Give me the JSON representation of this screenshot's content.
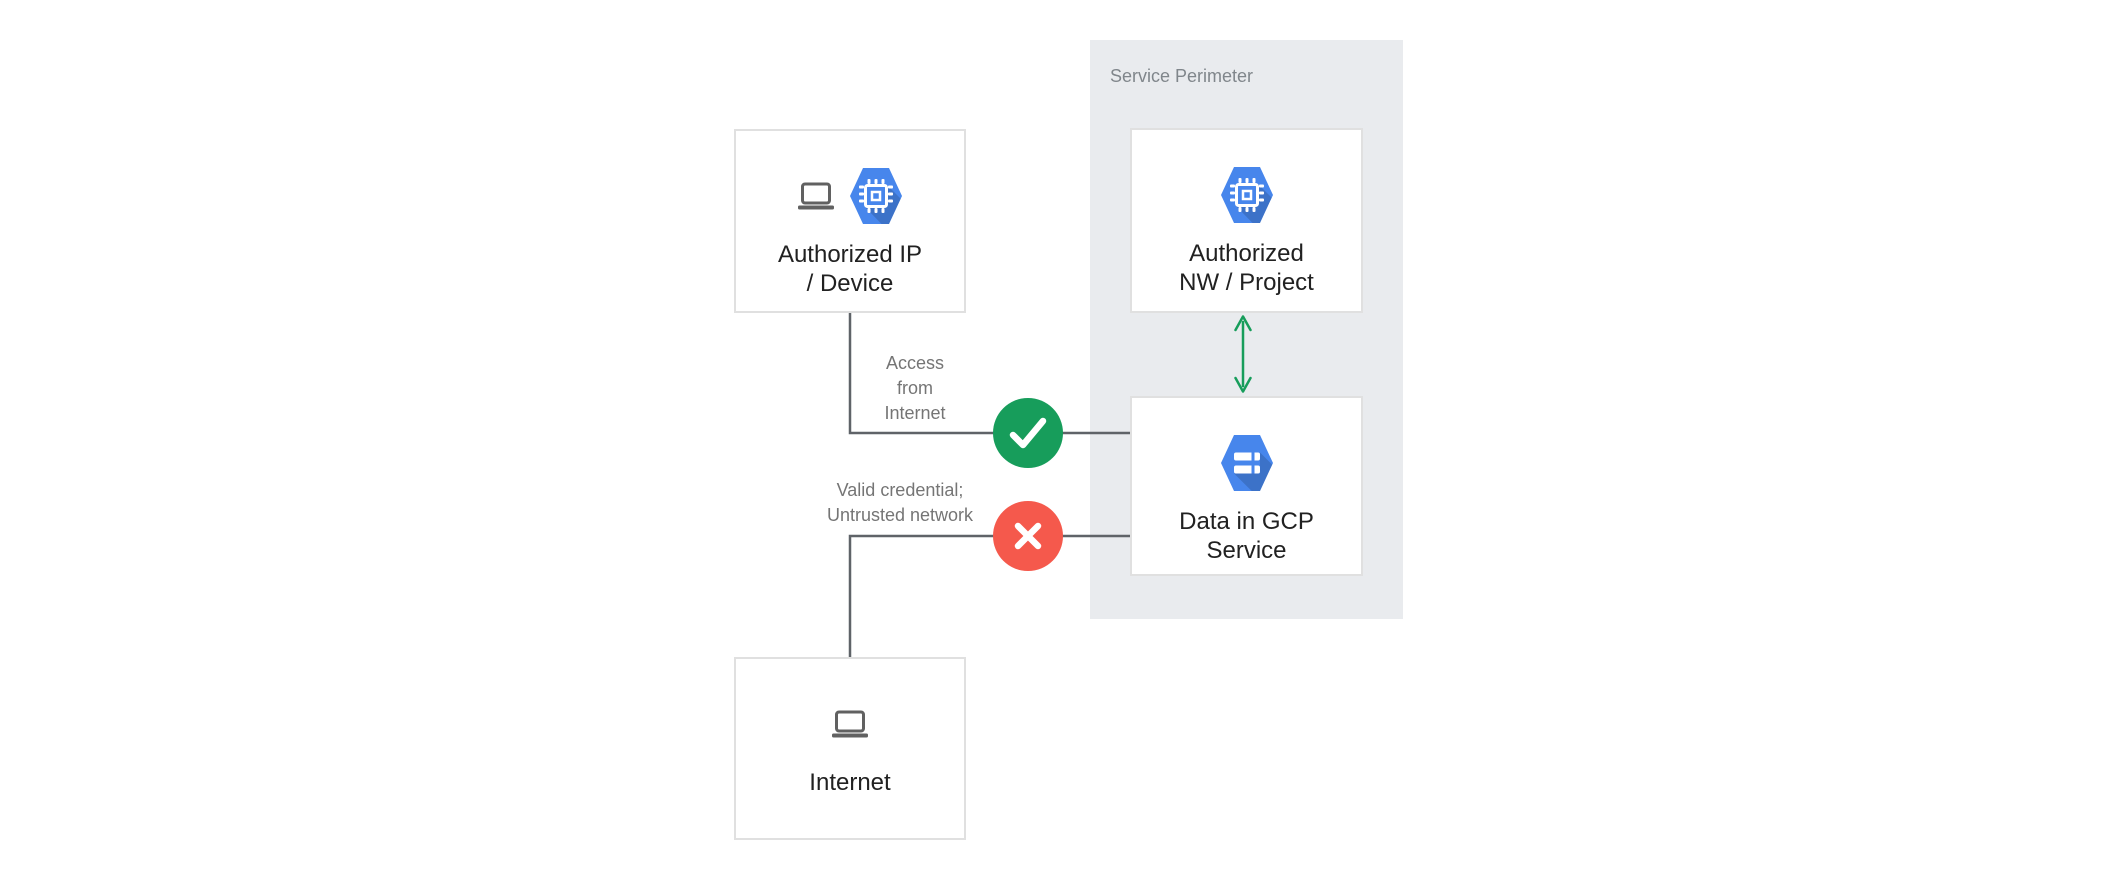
{
  "diagram": {
    "panel": {
      "label": "Service Perimeter"
    },
    "nodes": {
      "authorized_ip_device": {
        "line1": "Authorized IP",
        "line2": "/ Device",
        "icons": [
          "laptop-icon",
          "compute-engine-hexagon-icon"
        ]
      },
      "authorized_nw_project": {
        "line1": "Authorized",
        "line2": "NW / Project",
        "icons": [
          "compute-engine-hexagon-icon"
        ]
      },
      "data_in_gcp_service": {
        "line1": "Data in GCP",
        "line2": "Service",
        "icons": [
          "cloud-storage-hexagon-icon"
        ]
      },
      "internet": {
        "line1": "Internet",
        "icons": [
          "laptop-icon"
        ]
      }
    },
    "edges": {
      "access_from_internet": {
        "lines": [
          "Access",
          "from",
          "Internet"
        ],
        "status": "allowed",
        "status_icon": "check-icon"
      },
      "valid_credential_untrusted_network": {
        "lines": [
          "Valid credential;",
          "Untrusted network"
        ],
        "status": "blocked",
        "status_icon": "x-icon"
      },
      "perimeter_internal": {
        "status": "bidirectional",
        "status_icon": "double-arrow-icon"
      }
    }
  },
  "colors": {
    "accent_blue": "#4786ec",
    "status_green": "#179d5b",
    "status_red": "#f5594c",
    "connector_gray": "#5f6368",
    "panel_bg": "#e9ebee",
    "panel_label": "#80868b",
    "node_bg": "#ffffff",
    "node_border": "#e0e0e0",
    "text_primary": "#212121",
    "text_secondary": "#757575",
    "icon_gray": "#616161"
  }
}
